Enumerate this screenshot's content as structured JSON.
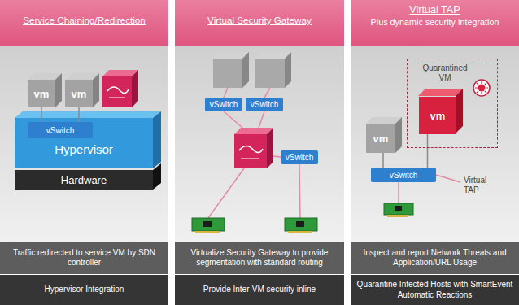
{
  "diagram": {
    "nodes": [
      {
        "text": [
          "Service Chaining/Redirection"
        ]
      },
      {
        "text": [
          "vm"
        ],
        "in": 0
      },
      {
        "text": [
          "vm"
        ],
        "in": 0
      },
      {
        "text": [
          "Hypervisor"
        ],
        "in": 0
      },
      {
        "text": [
          "vSwitch"
        ],
        "in": 3
      },
      {
        "text": [
          "Hardware"
        ],
        "in": 0
      },
      {
        "text": [
          "Traffic redirected to service VM by SDN controller"
        ],
        "in": 0
      },
      {
        "text": [
          "Hypervisor Integration"
        ],
        "in": 0
      },
      {
        "text": [
          "Virtual Security Gateway"
        ]
      },
      {
        "text": [
          "vSwitch"
        ],
        "in": 8
      },
      {
        "text": [
          "vSwitch"
        ],
        "in": 8
      },
      {
        "text": [
          "vSwitch"
        ],
        "in": 8
      },
      {
        "text": [
          "Virtualize Security Gateway to provide segmentation with standard routing"
        ],
        "in": 8
      },
      {
        "text": [
          "Provide Inter-VM security inline"
        ],
        "in": 8
      },
      {
        "text": [
          "Virtual TAP",
          "Plus dynamic security integration"
        ]
      },
      {
        "text": [
          "vm"
        ],
        "in": 14
      },
      {
        "text": [
          "Quarantined VM"
        ],
        "in": 14
      },
      {
        "text": [
          "vm"
        ],
        "in": 16
      },
      {
        "text": [
          "vSwitch"
        ],
        "in": 14
      },
      {
        "text": [
          "Inspect and report Network Threats and Application/URL Usage"
        ],
        "in": 14
      },
      {
        "text": [
          "Quarantine Infected Hosts with SmartEvent Automatic Reactions"
        ],
        "in": 14
      }
    ],
    "edges": [
      {
        "from": 1,
        "to": 4,
        "arrow": "none"
      },
      {
        "from": 2,
        "to": 4,
        "arrow": "none"
      },
      {
        "from": 15,
        "to": 18,
        "arrow": "none"
      },
      {
        "from": 17,
        "to": 18,
        "arrow": "none"
      }
    ],
    "labels": [
      "Virtual TAP"
    ]
  }
}
